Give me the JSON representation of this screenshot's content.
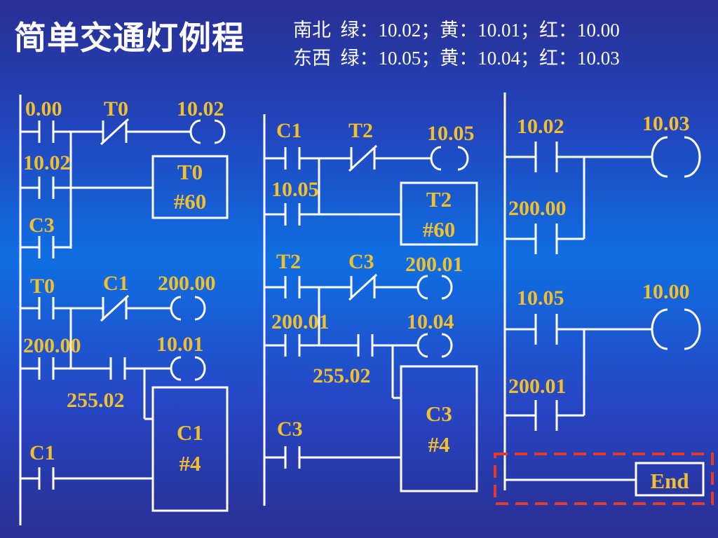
{
  "title": "简单交通灯例程",
  "legend": {
    "line1": "南北  绿：10.02；黄：10.01；红：10.00",
    "line2": "东西  绿：10.05；黄：10.04；红：10.03"
  },
  "colors": {
    "label": "#f2c02c",
    "wire": "#ffffff",
    "end_border": "#e43a2c"
  },
  "rung1": {
    "c_0000": "0.00",
    "c_t0": "T0",
    "out_1002": "10.02",
    "c_1002": "10.02",
    "timer_name": "T0",
    "timer_value": "#60",
    "c_c3": "C3"
  },
  "rung2": {
    "c_t0": "T0",
    "c_c1": "C1",
    "out_20000": "200.00",
    "c_20000": "200.00",
    "c_25502": "255.02",
    "out_1001": "10.01",
    "counter_name": "C1",
    "counter_value": "#4",
    "c_c1_reset": "C1"
  },
  "rung3": {
    "c_c1": "C1",
    "c_t2": "T2",
    "out_1005": "10.05",
    "c_1005": "10.05",
    "timer_name": "T2",
    "timer_value": "#60"
  },
  "rung4": {
    "c_t2": "T2",
    "c_c3": "C3",
    "out_20001": "200.01",
    "c_20001": "200.01",
    "out_1004": "10.04",
    "c_25502": "255.02",
    "counter_name": "C3",
    "counter_value": "#4",
    "c_c3_reset": "C3"
  },
  "rung5": {
    "c_1002": "10.02",
    "out_1003": "10.03",
    "c_20000": "200.00"
  },
  "rung6": {
    "c_1005": "10.05",
    "out_1000": "10.00",
    "c_20001": "200.01"
  },
  "end_label": "End"
}
